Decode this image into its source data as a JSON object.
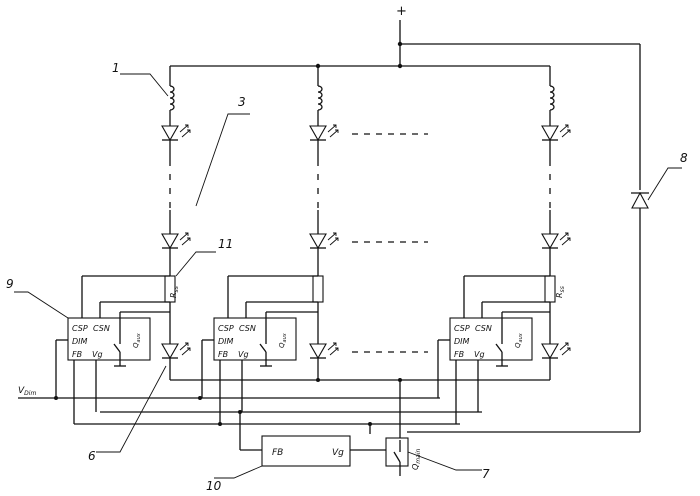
{
  "labels": {
    "plus": "+",
    "v_dim_main": "V",
    "v_dim_sub": "Dim",
    "callouts": [
      "1",
      "3",
      "11",
      "9",
      "6",
      "10",
      "7",
      "8"
    ],
    "r_ss": "R",
    "r_ss_sub": "ss",
    "q_aux": "Q",
    "q_aux_sub": "aux",
    "q_main": "Q",
    "q_main_sub": "main",
    "ctrl_csp": "CSP",
    "ctrl_csn": "CSN",
    "ctrl_dim": "DIM",
    "ctrl_fb": "FB",
    "ctrl_vg": "Vg",
    "box10_fb": "FB",
    "box10_vg": "Vg"
  }
}
